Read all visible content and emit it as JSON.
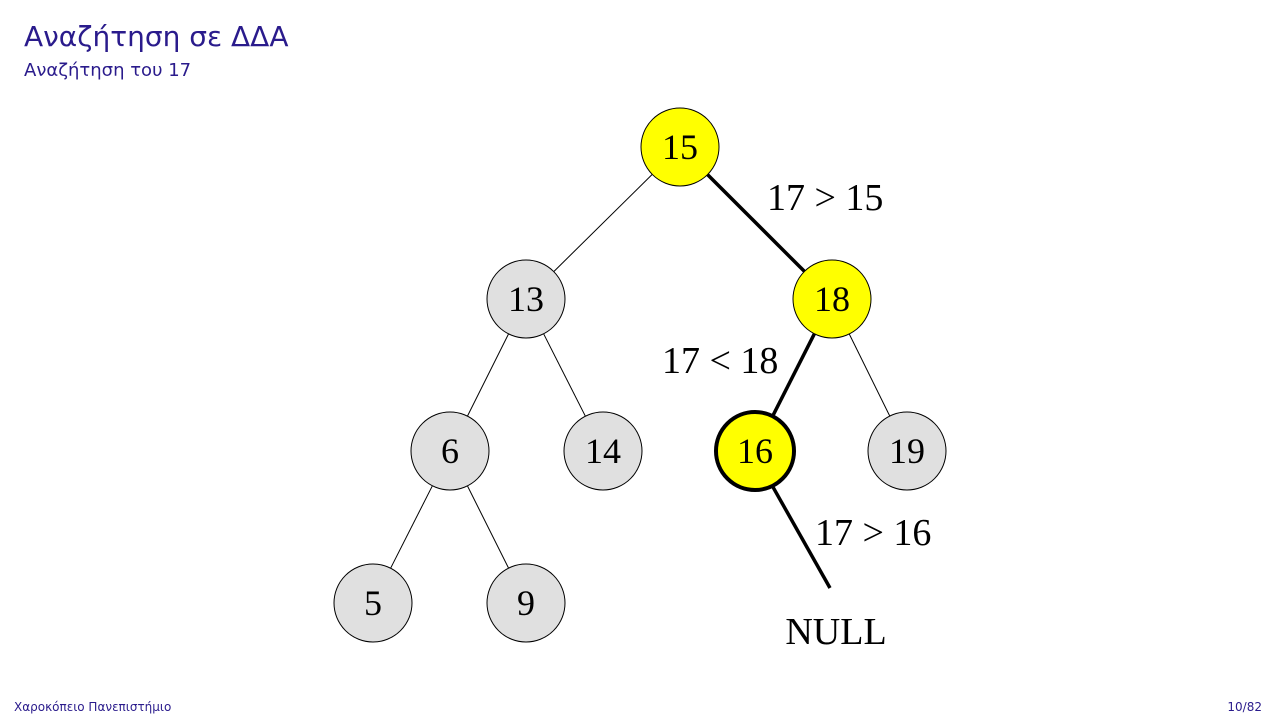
{
  "slide": {
    "title": "Αναζήτηση σε ΔΔΑ",
    "subtitle": "Αναζήτηση του 17"
  },
  "footer": {
    "institution": "Χαροκόπειο Πανεπιστήμιο",
    "page": "10/82"
  },
  "colors": {
    "heading": "#2a1b8c",
    "visited_fill": "#ffff00",
    "default_fill": "#e0e0e0",
    "stroke": "#000000"
  },
  "tree": {
    "search_key": "17",
    "nodes": [
      {
        "id": "n15",
        "label": "15",
        "state": "visited"
      },
      {
        "id": "n13",
        "label": "13",
        "state": "default"
      },
      {
        "id": "n18",
        "label": "18",
        "state": "visited"
      },
      {
        "id": "n6",
        "label": "6",
        "state": "default"
      },
      {
        "id": "n14",
        "label": "14",
        "state": "default"
      },
      {
        "id": "n16",
        "label": "16",
        "state": "current"
      },
      {
        "id": "n19",
        "label": "19",
        "state": "default"
      },
      {
        "id": "n5",
        "label": "5",
        "state": "default"
      },
      {
        "id": "n9",
        "label": "9",
        "state": "default"
      }
    ],
    "edges": [
      {
        "from": "n15",
        "to": "n13",
        "on_path": false
      },
      {
        "from": "n15",
        "to": "n18",
        "on_path": true,
        "label": "17 > 15"
      },
      {
        "from": "n13",
        "to": "n6",
        "on_path": false
      },
      {
        "from": "n13",
        "to": "n14",
        "on_path": false
      },
      {
        "from": "n18",
        "to": "n16",
        "on_path": true,
        "label": "17 < 18"
      },
      {
        "from": "n18",
        "to": "n19",
        "on_path": false
      },
      {
        "from": "n6",
        "to": "n5",
        "on_path": false
      },
      {
        "from": "n6",
        "to": "n9",
        "on_path": false
      },
      {
        "from": "n16",
        "to": "null",
        "on_path": true,
        "label": "17 > 16"
      }
    ],
    "null_label": "NULL"
  }
}
